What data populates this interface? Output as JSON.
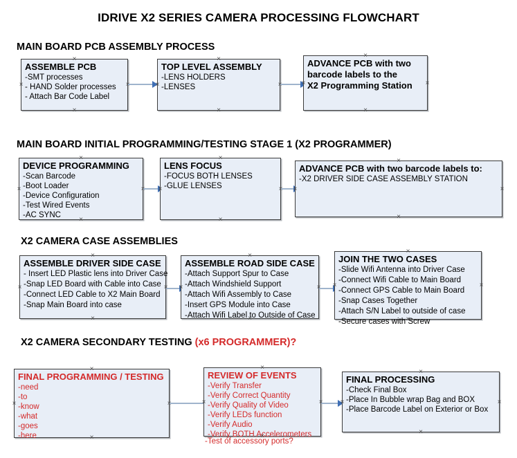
{
  "document": {
    "title": "IDRIVE X2  SERIES CAMERA PROCESSING FLOWCHART"
  },
  "colors": {
    "node_fill": "#e8eef7",
    "node_border": "#3a3a3a",
    "connector_line": "#9fb4cc",
    "connector_arrow": "#3f6fb5",
    "red_text": "#d42a2a",
    "black_text": "#000000"
  },
  "sections": [
    {
      "id": "main-board-pcb-assembly",
      "heading": "MAIN BOARD PCB ASSEMBLY PROCESS",
      "heading_red": "",
      "nodes": [
        {
          "id": "assemble-pcb",
          "header": "ASSEMBLE PCB",
          "lines": [
            "-SMT processes",
            "- HAND Solder processes",
            "- Attach Bar Code Label"
          ]
        },
        {
          "id": "top-level-assembly",
          "header": "TOP LEVEL ASSEMBLY",
          "lines": [
            "-LENS HOLDERS",
            "-LENSES"
          ]
        },
        {
          "id": "advance-pcb-to-x2-programming-station",
          "header": "ADVANCE PCB with two",
          "lines": [
            "barcode labels to the",
            " X2 Programming Station"
          ]
        }
      ]
    },
    {
      "id": "main-board-initial-programming",
      "heading": "MAIN BOARD INITIAL PROGRAMMING/TESTING STAGE 1 (X2 PROGRAMMER)",
      "heading_red": "",
      "nodes": [
        {
          "id": "device-programming",
          "header": "DEVICE PROGRAMMING",
          "lines": [
            "-Scan Barcode",
            "-Boot Loader",
            "-Device Configuration",
            "-Test Wired Events",
            "-AC SYNC"
          ]
        },
        {
          "id": "lens-focus",
          "header": "LENS FOCUS",
          "lines": [
            "-FOCUS BOTH LENSES",
            "-GLUE LENSES"
          ]
        },
        {
          "id": "advance-pcb-to-driver-side-case-station",
          "header": "ADVANCE PCB with two barcode labels to:",
          "lines": [
            "-X2 DRIVER  SIDE  CASE  ASSEMBLY STATION"
          ]
        }
      ]
    },
    {
      "id": "x2-camera-case-assemblies",
      "heading": "X2 CAMERA CASE ASSEMBLIES",
      "heading_red": "",
      "nodes": [
        {
          "id": "assemble-driver-side-case",
          "header": "ASSEMBLE DRIVER SIDE CASE",
          "lines": [
            "- Insert LED Plastic lens into Driver Case",
            "-Snap LED Board with Cable into Case",
            "-Connect LED Cable to X2 Main Board",
            "-Snap Main Board into case"
          ]
        },
        {
          "id": "assemble-road-side-case",
          "header": "ASSEMBLE ROAD SIDE CASE",
          "lines": [
            "-Attach Support Spur to Case",
            "-Attach Windshield Support",
            "-Attach Wifi Assembly to Case",
            "-Insert GPS Module into Case",
            "-Attach Wifi Label to Outside of Case"
          ]
        },
        {
          "id": "join-the-two-cases",
          "header": "JOIN THE TWO CASES",
          "lines": [
            "-Slide Wifi Antenna into Driver Case",
            "-Connect Wifi Cable to Main Board",
            "-Connect GPS Cable to Main Board",
            "-Snap Cases Together",
            "-Attach S/N Label to outside of case",
            "-Secure cases with Screw"
          ]
        }
      ]
    },
    {
      "id": "x2-camera-secondary-testing",
      "heading": "X2 CAMERA SECONDARY TESTING ",
      "heading_red": "(x6 PROGRAMMER)?",
      "nodes": [
        {
          "id": "final-programming-testing",
          "header": "FINAL PROGRAMMING / TESTING",
          "lines": [
            "-need",
            "-to",
            "-know",
            "-what",
            "-goes",
            "-here"
          ]
        },
        {
          "id": "review-of-events",
          "header": "REVIEW OF EVENTS",
          "lines": [
            "-Verify Transfer",
            "-Verify Correct Quantity",
            "-Verify Quality of Video",
            "-Verify LEDs function",
            "-Verify Audio",
            "-Verify BOTH Accelerometers"
          ],
          "overflow_line": "-Test of accessory ports?"
        },
        {
          "id": "final-processing",
          "header": "FINAL PROCESSING",
          "lines": [
            " -Check Final Box",
            "-Place In Bubble wrap Bag and BOX",
            "-Place Barcode Label on Exterior or Box"
          ]
        }
      ]
    }
  ]
}
